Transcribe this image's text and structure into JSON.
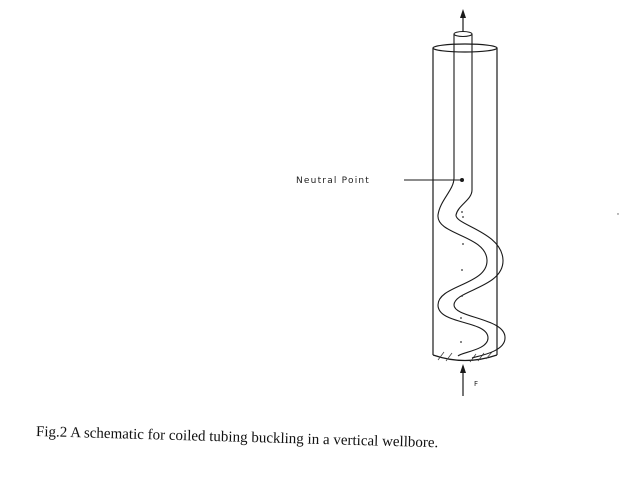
{
  "diagram": {
    "neutral_point_label": "Neutral Point",
    "force_label": "F"
  },
  "caption": "Fig.2  A schematic for coiled tubing buckling in a vertical wellbore."
}
